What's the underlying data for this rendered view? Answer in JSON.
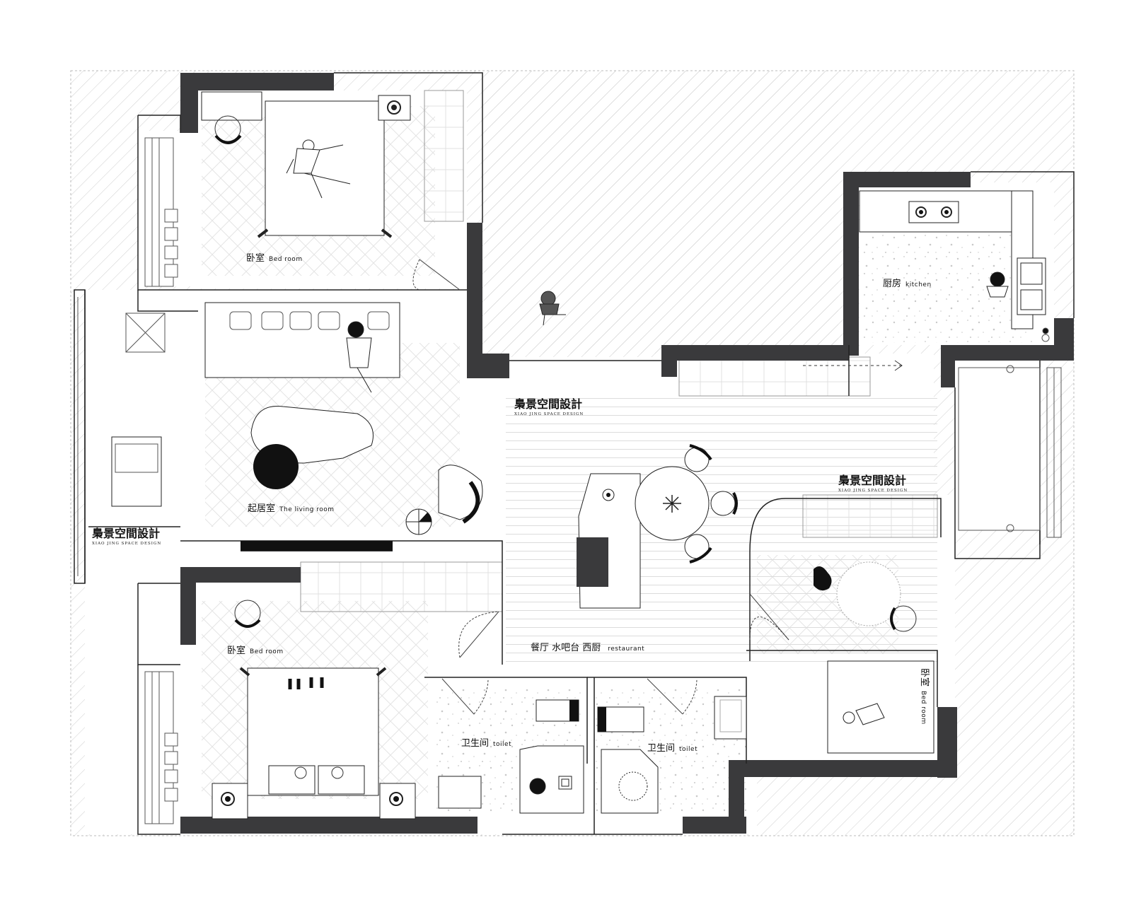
{
  "rooms": {
    "bedroom_top": {
      "cn": "卧室",
      "en": "Bed room"
    },
    "bedroom_bottom": {
      "cn": "卧室",
      "en": "Bed room"
    },
    "bedroom_right": {
      "cn": "卧室",
      "en": "Bed room"
    },
    "living": {
      "cn": "起居室",
      "en": "The living room"
    },
    "kitchen": {
      "cn": "厨房",
      "en": "kitchen"
    },
    "dining": {
      "cn": "餐厅 水吧台 西厨",
      "en": "restaurant"
    },
    "toilet_left": {
      "cn": "卫生间",
      "en": "toilet"
    },
    "toilet_right": {
      "cn": "卫生间",
      "en": "toilet"
    }
  },
  "watermarks": [
    {
      "cn": "梟景空間設計",
      "en": "XIAO JING SPACE DESIGN"
    },
    {
      "cn": "梟景空間設計",
      "en": "XIAO JING SPACE DESIGN"
    },
    {
      "cn": "梟景空間設計",
      "en": "XIAO JING SPACE DESIGN"
    }
  ],
  "colors": {
    "wall": "#3a3a3c",
    "line": "#222222",
    "hatch": "#c8c8c8",
    "floor_line": "#dddddd"
  }
}
